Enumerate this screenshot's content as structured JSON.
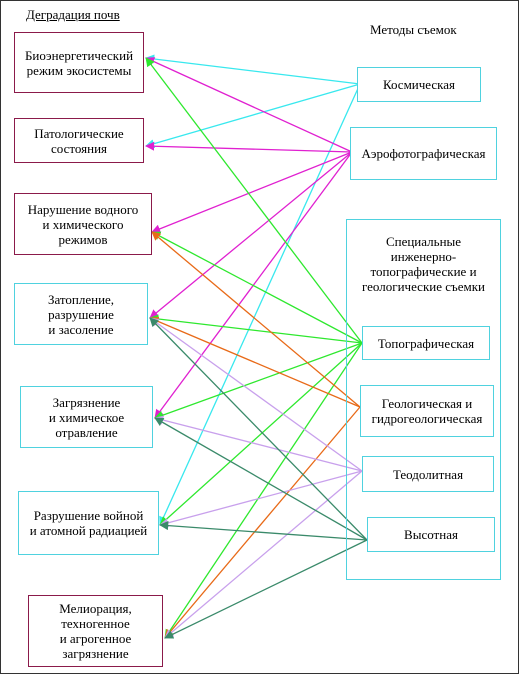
{
  "headers": {
    "left": "Деградация почв",
    "right": "Методы съемок"
  },
  "soil_degradation": [
    {
      "id": "bio",
      "lines": [
        "Биоэнергетический",
        "режим экосистемы"
      ]
    },
    {
      "id": "pat",
      "lines": [
        "Патологические",
        "состояния"
      ]
    },
    {
      "id": "water",
      "lines": [
        "Нарушение водного",
        "и химического",
        "режимов"
      ]
    },
    {
      "id": "flood",
      "lines": [
        "Затопление,",
        "разрушение",
        "и засоление"
      ]
    },
    {
      "id": "pollut",
      "lines": [
        "Загрязнение",
        "и химическое",
        "отравление"
      ]
    },
    {
      "id": "war",
      "lines": [
        "Разрушение войной",
        "и атомной радиацией"
      ]
    },
    {
      "id": "melio",
      "lines": [
        "Мелиорация,",
        "техногенное",
        "и агрогенное",
        "загрязнение"
      ]
    }
  ],
  "survey_methods": [
    {
      "id": "space",
      "lines": [
        "Космическая"
      ]
    },
    {
      "id": "aero",
      "lines": [
        "Аэрофотографическая"
      ]
    },
    {
      "id": "topo",
      "lines": [
        "Топографическая"
      ]
    },
    {
      "id": "geo",
      "lines": [
        "Геологическая и",
        "гидрогеологическая"
      ]
    },
    {
      "id": "theo",
      "lines": [
        "Теодолитная"
      ]
    },
    {
      "id": "alt",
      "lines": [
        "Высотная"
      ]
    }
  ],
  "special_group": {
    "lines": [
      "Специальные",
      "инженерно-",
      "топографические и",
      "геологические съемки"
    ]
  },
  "colors": {
    "degradation_border": "#8b1a4a",
    "method_border": "#4fd2df",
    "space": "#38e8ee",
    "aero": "#e020d0",
    "topo": "#2ee82e",
    "geo": "#e86a18",
    "theo": "#c8a0ec",
    "alt": "#3a8a6a"
  },
  "links": [
    {
      "from": "space",
      "to": "bio"
    },
    {
      "from": "space",
      "to": "pat"
    },
    {
      "from": "space",
      "to": "war"
    },
    {
      "from": "aero",
      "to": "bio"
    },
    {
      "from": "aero",
      "to": "pat"
    },
    {
      "from": "aero",
      "to": "water"
    },
    {
      "from": "aero",
      "to": "flood"
    },
    {
      "from": "aero",
      "to": "pollut"
    },
    {
      "from": "topo",
      "to": "bio"
    },
    {
      "from": "topo",
      "to": "water"
    },
    {
      "from": "topo",
      "to": "flood"
    },
    {
      "from": "topo",
      "to": "pollut"
    },
    {
      "from": "topo",
      "to": "war"
    },
    {
      "from": "topo",
      "to": "melio"
    },
    {
      "from": "geo",
      "to": "water"
    },
    {
      "from": "geo",
      "to": "flood"
    },
    {
      "from": "geo",
      "to": "melio"
    },
    {
      "from": "theo",
      "to": "flood"
    },
    {
      "from": "theo",
      "to": "pollut"
    },
    {
      "from": "theo",
      "to": "war"
    },
    {
      "from": "theo",
      "to": "melio"
    },
    {
      "from": "alt",
      "to": "flood"
    },
    {
      "from": "alt",
      "to": "pollut"
    },
    {
      "from": "alt",
      "to": "war"
    },
    {
      "from": "alt",
      "to": "melio"
    }
  ]
}
